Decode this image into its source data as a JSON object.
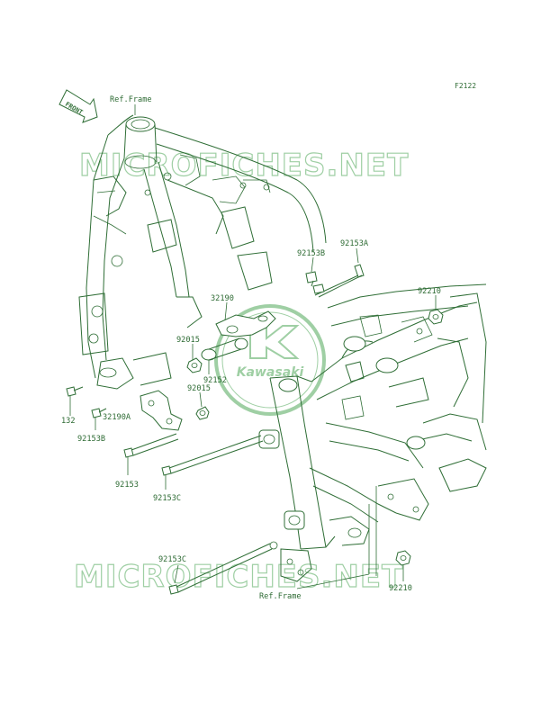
{
  "diagram": {
    "code": "F2122",
    "watermark": "MICROFICHES.NET",
    "logo_text": "Kawasaki",
    "front_label": "FRONT",
    "ref_frame_top": "Ref.Frame",
    "ref_frame_bottom": "Ref.Frame"
  },
  "parts": [
    {
      "id": "p92153A",
      "label": "92153A"
    },
    {
      "id": "p92153B_top",
      "label": "92153B"
    },
    {
      "id": "p32190",
      "label": "32190"
    },
    {
      "id": "p92210_top",
      "label": "92210"
    },
    {
      "id": "p92015_a",
      "label": "92015"
    },
    {
      "id": "p92152",
      "label": "92152"
    },
    {
      "id": "p92015_b",
      "label": "92015"
    },
    {
      "id": "p132",
      "label": "132"
    },
    {
      "id": "p32190A",
      "label": "32190A"
    },
    {
      "id": "p92153B_bot",
      "label": "92153B"
    },
    {
      "id": "p92153",
      "label": "92153"
    },
    {
      "id": "p92153C_a",
      "label": "92153C"
    },
    {
      "id": "p92153C_b",
      "label": "92153C"
    },
    {
      "id": "p92210_bot",
      "label": "92210"
    }
  ],
  "colors": {
    "ink": "#2f6e36",
    "watermark": "#9fcfa4",
    "background": "#ffffff"
  }
}
